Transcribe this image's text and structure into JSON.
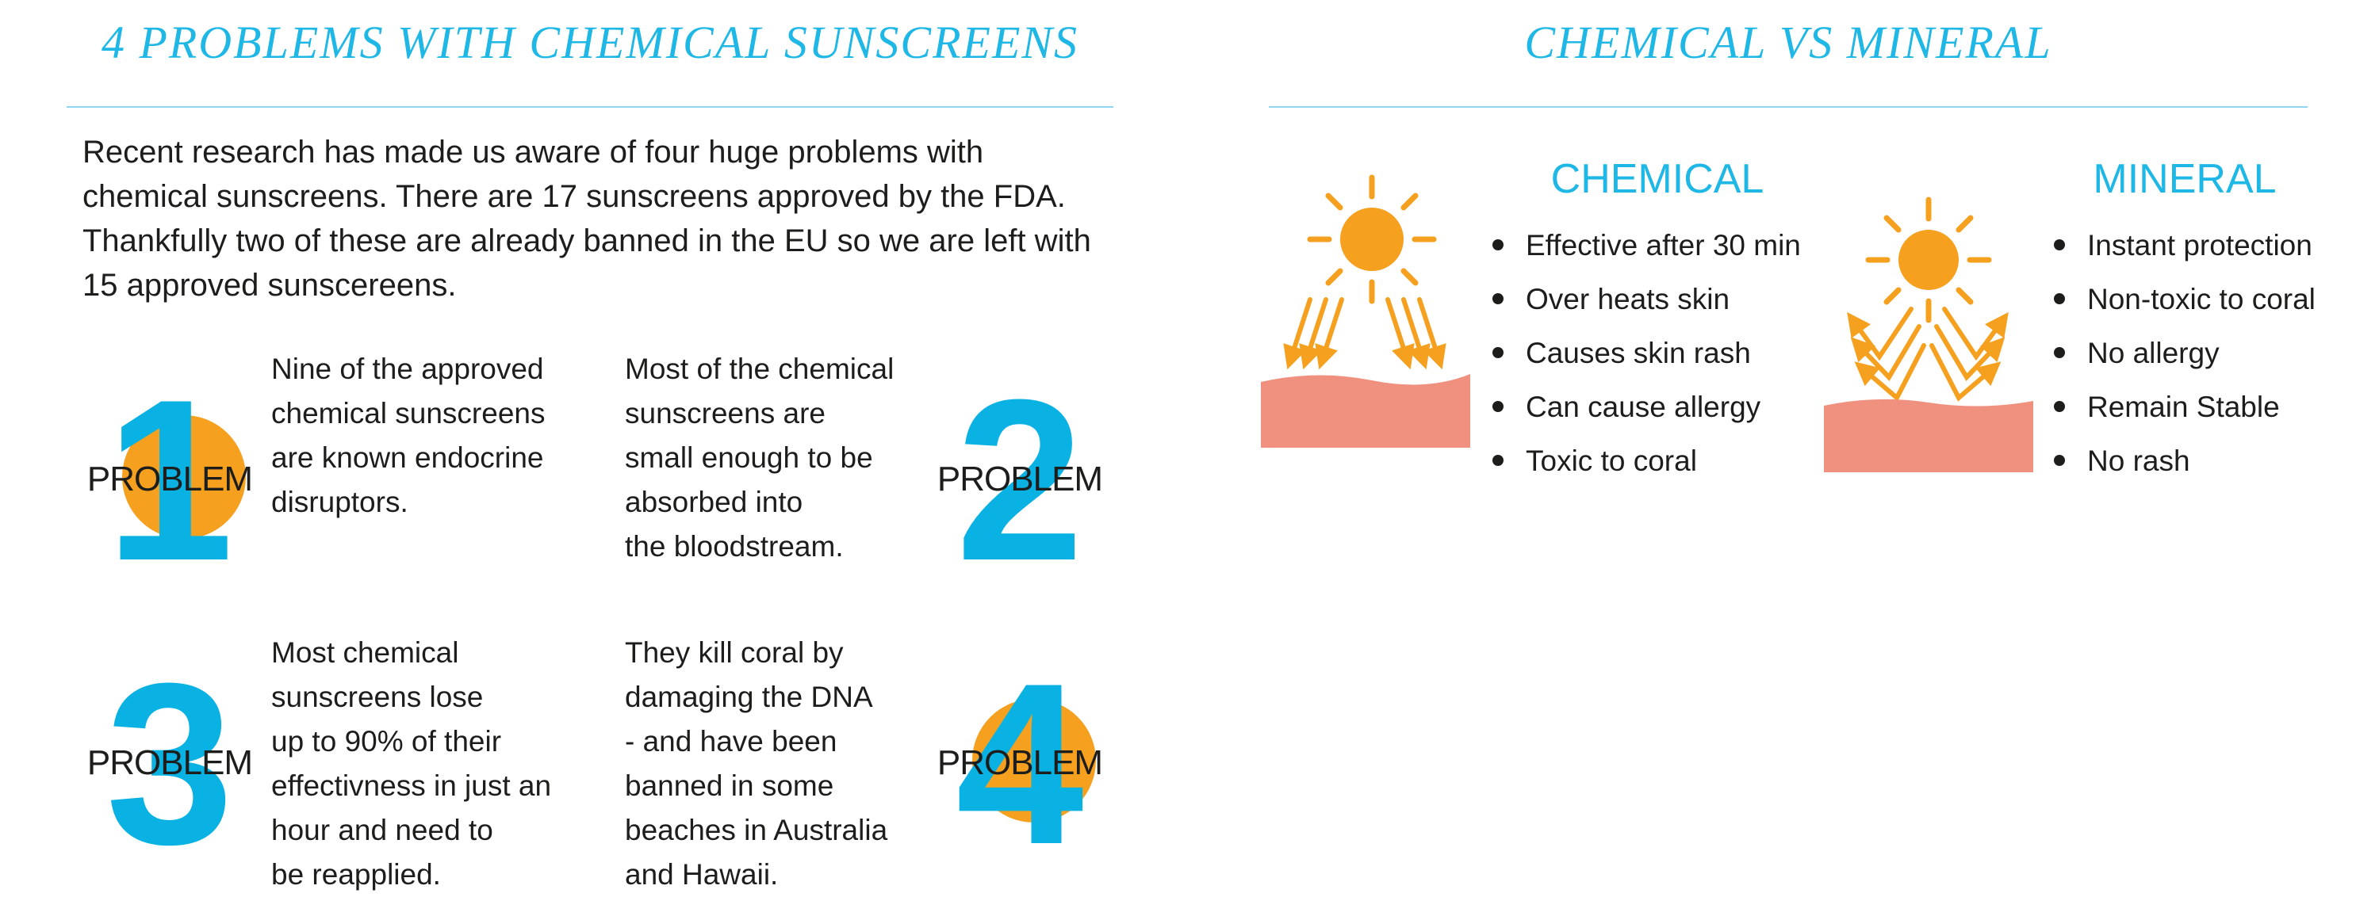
{
  "left_panel": {
    "title": "4 PROBLEMS WITH CHEMICAL SUNSCREENS",
    "intro": "Recent research has made us aware of four huge problems with chemical sunscreens. There are 17 sunscreens approved by the FDA. Thankfully two of these are already banned in the EU so we are left with 15 approved sunscereens.",
    "problems": [
      {
        "number": "1",
        "label": "PROBLEM",
        "text": "Nine of the approved\nchemical sunscreens\nare known endocrine\ndisruptors."
      },
      {
        "number": "2",
        "label": "PROBLEM",
        "text": "Most of the chemical\nsunscreens are\nsmall enough to be\nabsorbed into\nthe bloodstream."
      },
      {
        "number": "3",
        "label": "PROBLEM",
        "text": "Most chemical\nsunscreens lose\nup to 90% of their\neffectivness in just an\nhour and need to\nbe reapplied."
      },
      {
        "number": "4",
        "label": "PROBLEM",
        "text": "They kill coral by\ndamaging the DNA\n- and have been\nbanned in some\nbeaches in Australia\nand Hawaii."
      }
    ]
  },
  "right_panel": {
    "title": "CHEMICAL VS MINERAL",
    "chemical": {
      "title": "CHEMICAL",
      "items": [
        "Effective after 30 min",
        "Over heats skin",
        "Causes skin rash",
        "Can cause allergy",
        "Toxic to coral"
      ]
    },
    "mineral": {
      "title": "MINERAL",
      "items": [
        "Instant protection",
        "Non-toxic to coral",
        "No allergy",
        "Remain Stable",
        "No rash"
      ]
    }
  },
  "colors": {
    "accent_blue": "#1fb8e6",
    "numeral_blue": "#0ab2e4",
    "sun_orange": "#f5a01f",
    "skin_pink": "#f0907e",
    "rule": "#8fd6ee"
  },
  "icons": [
    "sun-icon",
    "skin-icon",
    "arrow-icon"
  ]
}
